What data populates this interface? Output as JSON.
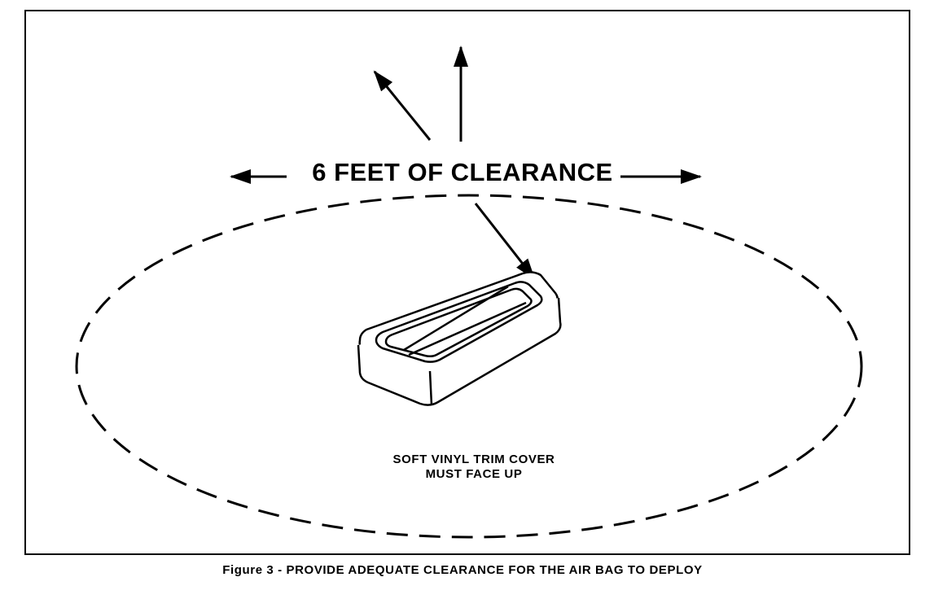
{
  "diagram": {
    "headline": "6 FEET OF CLEARANCE",
    "note_line1": "SOFT VINYL TRIM COVER",
    "note_line2": "MUST FACE UP"
  },
  "caption": "Figure 3 - PROVIDE ADEQUATE CLEARANCE FOR THE AIR BAG TO DEPLOY"
}
